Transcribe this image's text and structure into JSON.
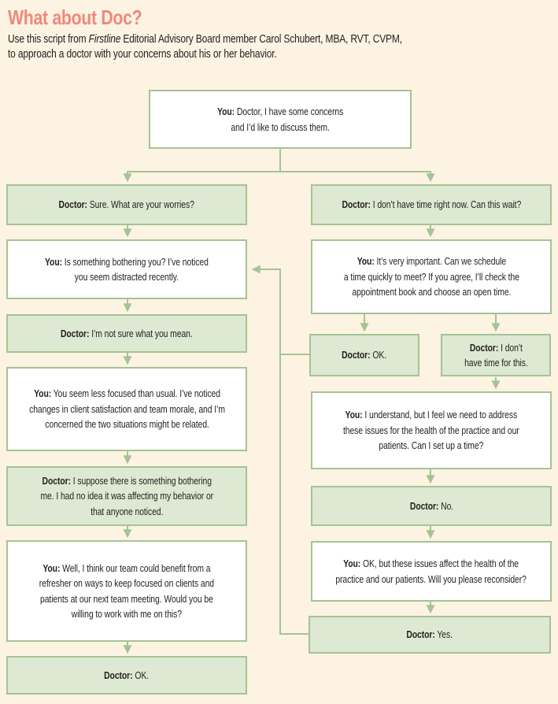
{
  "theme": {
    "bg": "#fcf3e3",
    "border": "#a5c493",
    "green-fill": "#dde9d2",
    "white-fill": "#ffffff",
    "connector": "#a5c493",
    "title-color": "#ee897b",
    "text-color": "#231f20"
  },
  "header": {
    "title": "What about Doc?",
    "intro_prefix": "Use this script from ",
    "intro_italic": "Firstline",
    "intro_suffix": " Editorial Advisory Board member Carol Schubert, MBA, RVT, CVPM,\nto approach a doctor with your concerns about his or her behavior."
  },
  "flowchart": {
    "nodes": {
      "start": {
        "speaker": "You:",
        "text": " Doctor, I have some concerns\nand I’d like to discuss them."
      },
      "l1": {
        "speaker": "Doctor:",
        "text": " Sure. What are your worries?"
      },
      "l2": {
        "speaker": "You:",
        "text": " Is something bothering you? I’ve noticed\nyou seem distracted recently."
      },
      "l3": {
        "speaker": "Doctor:",
        "text": " I’m not sure what you mean."
      },
      "l4": {
        "speaker": "You:",
        "text": " You seem less focused than usual. I’ve noticed\nchanges in client satisfaction and team morale, and I’m\nconcerned the two situations might be related."
      },
      "l5": {
        "speaker": "Doctor:",
        "text": " I suppose there is something bothering\nme. I had no idea it was affecting my behavior or\nthat anyone noticed."
      },
      "l6": {
        "speaker": "You:",
        "text": " Well, I think our team could benefit from a\nrefresher on ways to keep focused on clients and\npatients at our next team meeting. Would you be\nwilling to work with me on this?"
      },
      "l7": {
        "speaker": "Doctor:",
        "text": " OK."
      },
      "r1": {
        "speaker": "Doctor:",
        "text": " I don’t have time right now. Can this wait?"
      },
      "r2": {
        "speaker": "You:",
        "text": " It’s very important. Can we schedule\na time quickly to meet? If you agree, I’ll check the\nappointment book and choose an open time."
      },
      "r3a": {
        "speaker": "Doctor:",
        "text": " OK."
      },
      "r3b": {
        "speaker": "Doctor:",
        "text": " I don’t\nhave time for this."
      },
      "r4": {
        "speaker": "You:",
        "text": " I understand, but I feel we need to address\nthese issues for the health of the practice and our\npatients. Can I set up a time?"
      },
      "r5": {
        "speaker": "Doctor:",
        "text": " No."
      },
      "r6": {
        "speaker": "You:",
        "text": " OK, but these issues affect the health of the\npractice and our patients. Will you please reconsider?"
      },
      "r7": {
        "speaker": "Doctor:",
        "text": " Yes."
      }
    },
    "edges": [
      {
        "from": "start",
        "to": "l1"
      },
      {
        "from": "start",
        "to": "r1"
      },
      {
        "from": "l1",
        "to": "l2"
      },
      {
        "from": "l2",
        "to": "l3"
      },
      {
        "from": "l3",
        "to": "l4"
      },
      {
        "from": "l4",
        "to": "l5"
      },
      {
        "from": "l5",
        "to": "l6"
      },
      {
        "from": "l6",
        "to": "l7"
      },
      {
        "from": "r1",
        "to": "r2"
      },
      {
        "from": "r2",
        "to": "r3a"
      },
      {
        "from": "r2",
        "to": "r3b"
      },
      {
        "from": "r3b",
        "to": "r4"
      },
      {
        "from": "r4",
        "to": "r5"
      },
      {
        "from": "r5",
        "to": "r6"
      },
      {
        "from": "r6",
        "to": "r7"
      },
      {
        "from": "r3a",
        "to": "l2",
        "type": "loop-back"
      },
      {
        "from": "r7",
        "to": "l2",
        "type": "loop-back"
      }
    ]
  }
}
